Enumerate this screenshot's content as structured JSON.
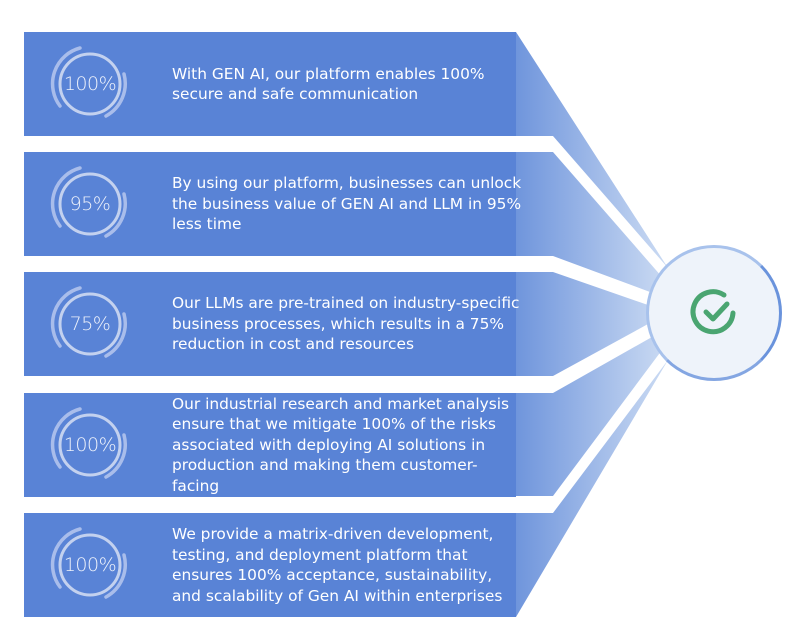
{
  "colors": {
    "band": "#5983d6",
    "ray_start": "#6f95dc",
    "ray_end": "#d3e1f5",
    "hub_fill": "#eef3fa",
    "check": "#4aa571",
    "ring": "#c3d1ef"
  },
  "hub": {
    "icon": "check-circle-icon"
  },
  "items": [
    {
      "value": "100%",
      "text": "With GEN AI, our platform enables 100% secure and safe communication"
    },
    {
      "value": "95%",
      "text": "By using our platform, businesses can unlock the business value of GEN AI and LLM in 95% less time"
    },
    {
      "value": "75%",
      "text": "Our LLMs are pre-trained on industry-specific business processes, which results in a 75% reduction in cost and resources"
    },
    {
      "value": "100%",
      "text": "Our industrial research and market analysis ensure that we mitigate 100% of the risks associated with deploying AI solutions in production and making them customer-facing"
    },
    {
      "value": "100%",
      "text": "We provide a matrix-driven development, testing, and deployment platform that ensures 100% acceptance, sustainability, and scalability of Gen AI within enterprises"
    }
  ]
}
